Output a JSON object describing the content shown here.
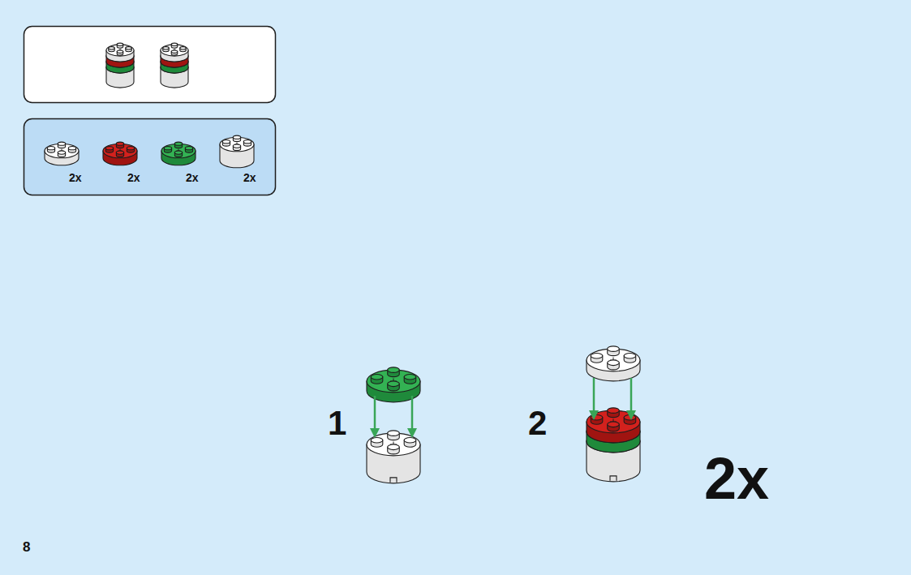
{
  "diagram": {
    "nodes": [
      {
        "text": [
          "2x",
          "2x",
          "2x",
          "2x"
        ]
      }
    ],
    "labels": [
      "1",
      "2",
      "2x",
      "8"
    ]
  }
}
